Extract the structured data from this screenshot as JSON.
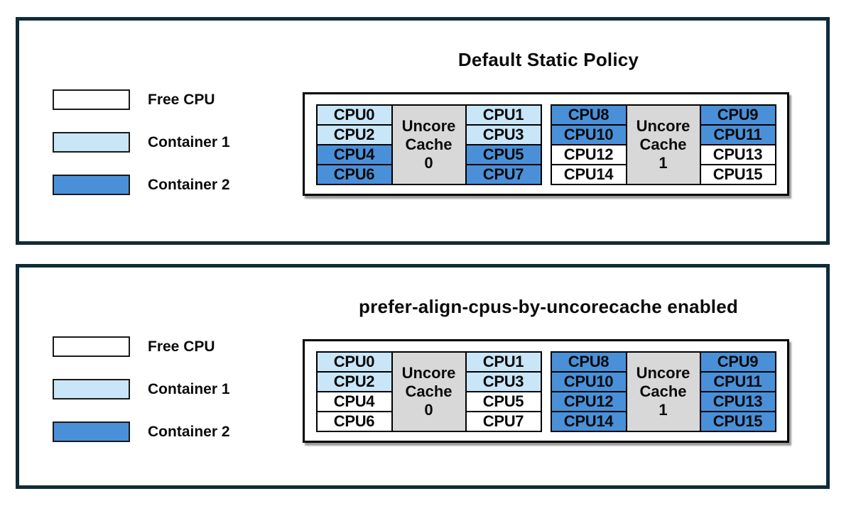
{
  "colors": {
    "free": "#ffffff",
    "container1": "#c9e6f8",
    "container2": "#4a90d9",
    "cache": "#d8d8d8",
    "panel_border": "#0f2b3a",
    "cell_border": "#000000"
  },
  "legend": {
    "items": [
      {
        "label": "Free CPU",
        "swatch": "free"
      },
      {
        "label": "Container 1",
        "swatch": "container1"
      },
      {
        "label": "Container 2",
        "swatch": "container2"
      }
    ]
  },
  "panels": [
    {
      "title": "Default Static Policy",
      "clusters": [
        {
          "cache_lines": [
            "Uncore",
            "Cache",
            "0"
          ],
          "left": [
            {
              "label": "CPU0",
              "owner": "container1"
            },
            {
              "label": "CPU2",
              "owner": "container1"
            },
            {
              "label": "CPU4",
              "owner": "container2"
            },
            {
              "label": "CPU6",
              "owner": "container2"
            }
          ],
          "right": [
            {
              "label": "CPU1",
              "owner": "container1"
            },
            {
              "label": "CPU3",
              "owner": "container1"
            },
            {
              "label": "CPU5",
              "owner": "container2"
            },
            {
              "label": "CPU7",
              "owner": "container2"
            }
          ]
        },
        {
          "cache_lines": [
            "Uncore",
            "Cache",
            "1"
          ],
          "left": [
            {
              "label": "CPU8",
              "owner": "container2"
            },
            {
              "label": "CPU10",
              "owner": "container2"
            },
            {
              "label": "CPU12",
              "owner": "free"
            },
            {
              "label": "CPU14",
              "owner": "free"
            }
          ],
          "right": [
            {
              "label": "CPU9",
              "owner": "container2"
            },
            {
              "label": "CPU11",
              "owner": "container2"
            },
            {
              "label": "CPU13",
              "owner": "free"
            },
            {
              "label": "CPU15",
              "owner": "free"
            }
          ]
        }
      ]
    },
    {
      "title": "prefer-align-cpus-by-uncorecache enabled",
      "clusters": [
        {
          "cache_lines": [
            "Uncore",
            "Cache",
            "0"
          ],
          "left": [
            {
              "label": "CPU0",
              "owner": "container1"
            },
            {
              "label": "CPU2",
              "owner": "container1"
            },
            {
              "label": "CPU4",
              "owner": "free"
            },
            {
              "label": "CPU6",
              "owner": "free"
            }
          ],
          "right": [
            {
              "label": "CPU1",
              "owner": "container1"
            },
            {
              "label": "CPU3",
              "owner": "container1"
            },
            {
              "label": "CPU5",
              "owner": "free"
            },
            {
              "label": "CPU7",
              "owner": "free"
            }
          ]
        },
        {
          "cache_lines": [
            "Uncore",
            "Cache",
            "1"
          ],
          "left": [
            {
              "label": "CPU8",
              "owner": "container2"
            },
            {
              "label": "CPU10",
              "owner": "container2"
            },
            {
              "label": "CPU12",
              "owner": "container2"
            },
            {
              "label": "CPU14",
              "owner": "container2"
            }
          ],
          "right": [
            {
              "label": "CPU9",
              "owner": "container2"
            },
            {
              "label": "CPU11",
              "owner": "container2"
            },
            {
              "label": "CPU13",
              "owner": "container2"
            },
            {
              "label": "CPU15",
              "owner": "container2"
            }
          ]
        }
      ]
    }
  ]
}
